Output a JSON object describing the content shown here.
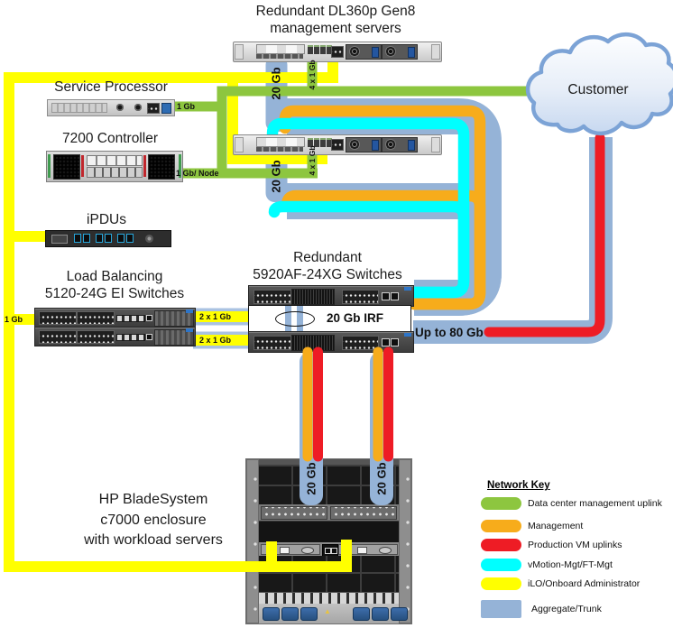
{
  "nodes": {
    "mgmt_servers": {
      "lines": [
        "Redundant DL360p Gen8",
        "management servers"
      ]
    },
    "service_processor": {
      "label": "Service Processor"
    },
    "controller_7200": {
      "label": "7200 Controller"
    },
    "ipdus": {
      "label": "iPDUs"
    },
    "lb_switches": {
      "lines": [
        "Load Balancing",
        "5120-24G EI Switches"
      ]
    },
    "core_switches": {
      "lines": [
        "Redundant",
        "5920AF-24XG Switches"
      ]
    },
    "customer": {
      "label": "Customer"
    },
    "enclosure": {
      "lines": [
        "HP BladeSystem",
        "c7000 enclosure",
        "with workload servers"
      ]
    }
  },
  "links": {
    "sp_uplink": "1 Gb",
    "controller_uplink": "1 Gb/ Node",
    "server1_mgmt": "4 x 1 Gb",
    "server2_mgmt": "4 x 1 Gb",
    "server1_trunk": "20 Gb",
    "server2_trunk": "20 Gb",
    "irf_link": "20 Gb IRF",
    "lb_uplink": "1 Gb",
    "lb_trunk1": "2 x 1 Gb",
    "lb_trunk2": "2 x 1 Gb",
    "customer_uplink": "Up to 80 Gb",
    "enclosure_trunk1": "20 Gb",
    "enclosure_trunk2": "20 Gb"
  },
  "legend": {
    "title": "Network Key",
    "entries": [
      {
        "label": "Data center management uplink",
        "color": "#8DC63F",
        "shape": "pill"
      },
      {
        "label": "Management",
        "color": "#F7AC1B",
        "shape": "pill"
      },
      {
        "label": "Production VM uplinks",
        "color": "#EE1C25",
        "shape": "pill"
      },
      {
        "label": "vMotion-Mgt/FT-Mgt",
        "color": "#00FFFF",
        "shape": "pill"
      },
      {
        "label": "iLO/Onboard Administrator",
        "color": "#FFFF00",
        "shape": "pill"
      },
      {
        "label": "Aggregate/Trunk",
        "color": "#95B3D7",
        "shape": "rect"
      }
    ]
  },
  "colors": {
    "green": "#8DC63F",
    "orange": "#F7AC1B",
    "red": "#EE1C25",
    "cyan": "#00FFFF",
    "yellow": "#FFFF00",
    "trunk_blue": "#95B3D7",
    "cloud_border": "#7CA3D6"
  }
}
